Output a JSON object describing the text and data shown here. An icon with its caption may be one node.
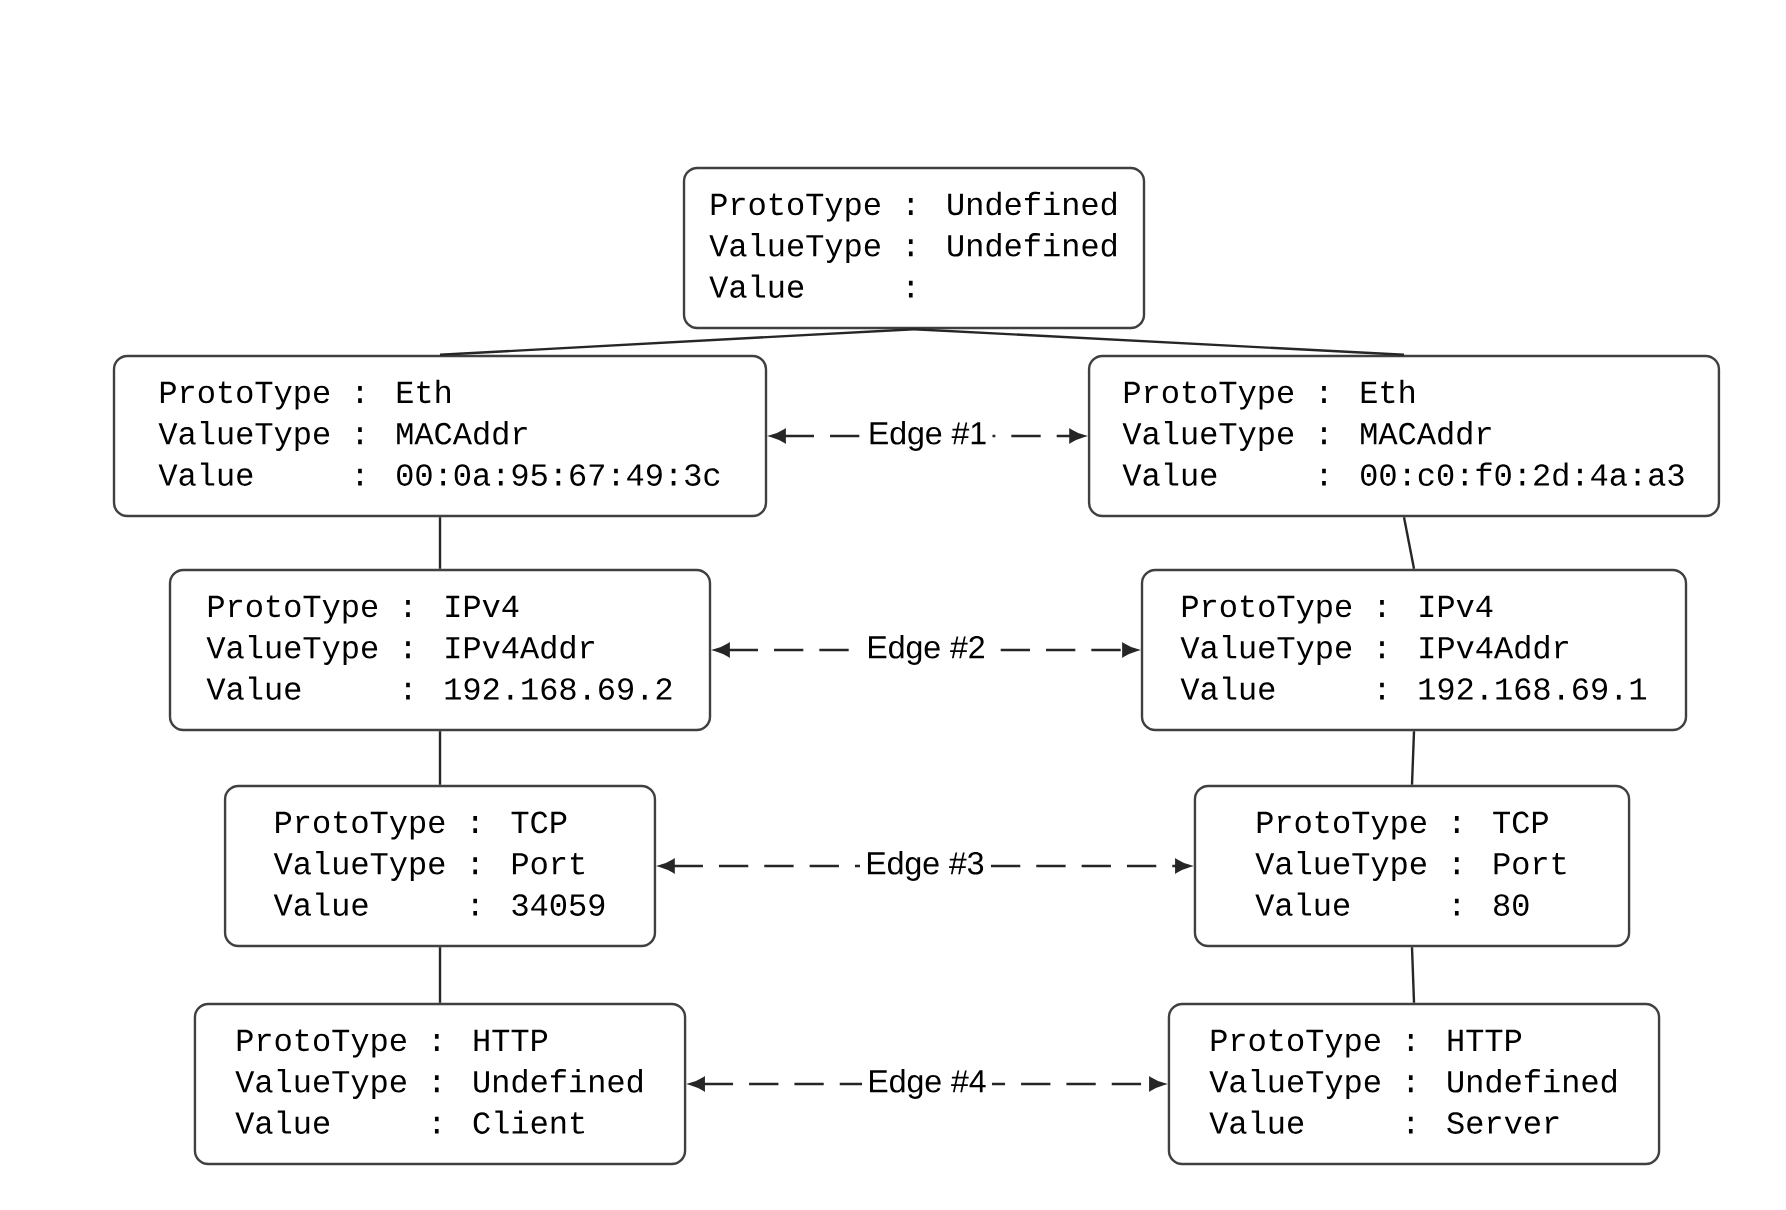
{
  "diagram": {
    "nodes": [
      {
        "text": [
          "ProtoType",
          ": Undefined",
          "ValueType",
          ": Undefined",
          "Value",
          ":"
        ]
      },
      {
        "text": [
          "ProtoType",
          ": Eth",
          "ValueType",
          ": MACAddr",
          "Value",
          ": 00:0a:95:67:49:3c"
        ]
      },
      {
        "text": [
          "ProtoType",
          ": Eth",
          "ValueType",
          ": MACAddr",
          "Value",
          ": 00:c0:f0:2d:4a:a3"
        ]
      },
      {
        "text": [
          "ProtoType",
          ": IPv4",
          "ValueType",
          ": IPv4Addr",
          "Value",
          ": 192.168.69.2"
        ]
      },
      {
        "text": [
          "ProtoType",
          ": IPv4",
          "ValueType",
          ": IPv4Addr",
          "Value",
          ": 192.168.69.1"
        ]
      },
      {
        "text": [
          "ProtoType",
          ": TCP",
          "ValueType",
          ": Port",
          "Value",
          ": 34059"
        ]
      },
      {
        "text": [
          "ProtoType",
          ": TCP",
          "ValueType",
          ": Port",
          "Value",
          ": 80"
        ]
      },
      {
        "text": [
          "ProtoType",
          ": HTTP",
          "ValueType",
          ": Undefined",
          "Value",
          ": Client"
        ]
      },
      {
        "text": [
          "ProtoType",
          ": HTTP",
          "ValueType",
          ": Undefined",
          "Value",
          ": Server"
        ]
      }
    ],
    "edges": [
      {
        "from": 0,
        "to": 1,
        "arrow": "none"
      },
      {
        "from": 0,
        "to": 2,
        "arrow": "none"
      },
      {
        "from": 1,
        "to": 3,
        "arrow": "none"
      },
      {
        "from": 2,
        "to": 4,
        "arrow": "none"
      },
      {
        "from": 3,
        "to": 5,
        "arrow": "none"
      },
      {
        "from": 4,
        "to": 6,
        "arrow": "none"
      },
      {
        "from": 5,
        "to": 7,
        "arrow": "none"
      },
      {
        "from": 6,
        "to": 8,
        "arrow": "none"
      },
      {
        "from": 1,
        "to": 2,
        "arrow": "both",
        "label": "Edge #1",
        "style": "dashed"
      },
      {
        "from": 3,
        "to": 4,
        "arrow": "both",
        "label": "Edge #2",
        "style": "dashed"
      },
      {
        "from": 5,
        "to": 6,
        "arrow": "both",
        "label": "Edge #3",
        "style": "dashed"
      },
      {
        "from": 7,
        "to": 8,
        "arrow": "both",
        "label": "Edge #4",
        "style": "dashed"
      }
    ]
  }
}
